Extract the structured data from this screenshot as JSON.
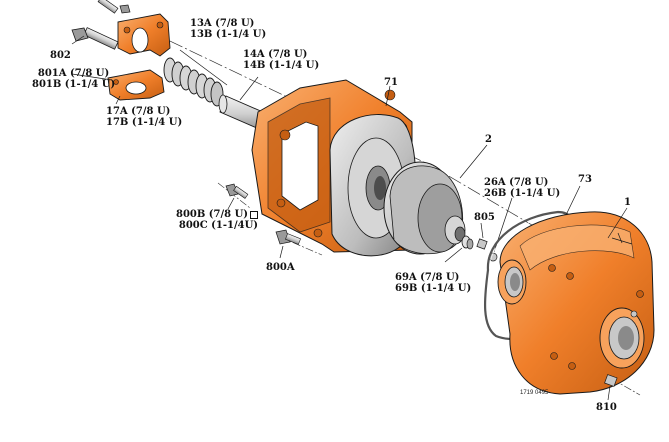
{
  "callouts": {
    "c802": "802",
    "c801A": "801A (7/8 U)",
    "c801B": "801B (1-1/4 U)",
    "c13A": "13A (7/8 U)",
    "c13B": "13B (1-1/4 U)",
    "c14A": "14A (7/8 U)",
    "c14B": "14B (1-1/4 U)",
    "c17A": "17A (7/8 U)",
    "c17B": "17B (1-1/4 U)",
    "c71": "71",
    "c2": "2",
    "c800B": "800B (7/8 U)",
    "c800C": "800C (1-1/4U)",
    "c800A": "800A",
    "c26A": "26A (7/8 U)",
    "c26B": "26B (1-1/4 U)",
    "c73": "73",
    "c1": "1",
    "c805": "805",
    "c69A": "69A (7/8 U)",
    "c69B": "69B (1-1/4 U)",
    "c810": "810"
  },
  "drawing_code": "1719 0495",
  "colors": {
    "orange": "#f07f2a",
    "orange_dark": "#c55e12",
    "orange_light": "#f7a25c",
    "gray": "#c8c8c8",
    "gray_dark": "#7d7d7d",
    "outline": "#1a1a1a"
  }
}
